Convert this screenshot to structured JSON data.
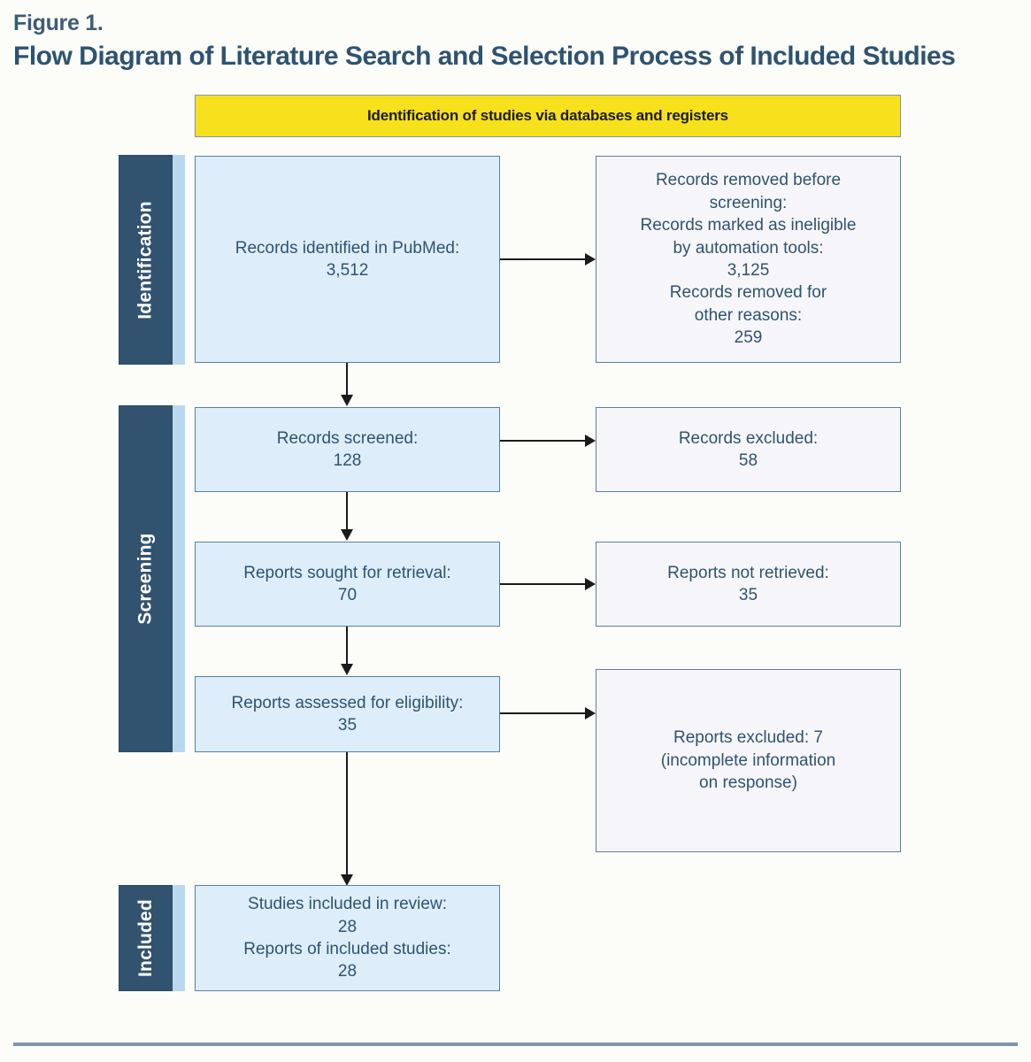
{
  "figure": {
    "label": "Figure 1.",
    "title": "Flow Diagram of Literature Search and Selection Process of Included Studies"
  },
  "colors": {
    "banner_yellow": "#f7e01c",
    "sidebar_dark": "#31536f",
    "sidebar_strip": "#b9d7ee",
    "box_primary_fill": "#ddeefa",
    "box_secondary_fill": "#f6f6fa",
    "box_border": "#5b7f9e",
    "text_blue": "#2e5370",
    "page_background": "#fcfdf8",
    "rule": "#7f94a8"
  },
  "banner": {
    "text": "Identification of studies via databases and registers"
  },
  "stages": [
    {
      "key": "identification",
      "label": "Identification"
    },
    {
      "key": "screening",
      "label": "Screening"
    },
    {
      "key": "included",
      "label": "Included"
    }
  ],
  "boxes": {
    "records_identified": {
      "text": "Records identified in PubMed:\n3,512"
    },
    "records_removed": {
      "text": "Records removed before\nscreening:\nRecords marked as ineligible\nby automation tools:\n3,125\nRecords removed for\nother reasons:\n259"
    },
    "records_screened": {
      "text": "Records screened:\n128"
    },
    "records_excluded": {
      "text": "Records excluded:\n58"
    },
    "reports_sought": {
      "text": "Reports sought for retrieval:\n70"
    },
    "reports_not_retrieved": {
      "text": "Reports not retrieved:\n35"
    },
    "reports_assessed": {
      "text": "Reports assessed for eligibility:\n35"
    },
    "reports_excluded": {
      "text": "Reports excluded: 7\n(incomplete information\non response)"
    },
    "studies_included": {
      "text": "Studies included in review:\n28\nReports of included studies:\n28"
    }
  },
  "chart_data": {
    "type": "diagram",
    "title": "Flow Diagram of Literature Search and Selection Process of Included Studies",
    "diagram_kind": "PRISMA flow diagram",
    "nodes": [
      {
        "id": "records_identified",
        "stage": "Identification",
        "label": "Records identified in PubMed",
        "value": 3512
      },
      {
        "id": "records_removed_ineligible",
        "stage": "Identification",
        "label": "Records marked as ineligible by automation tools",
        "value": 3125
      },
      {
        "id": "records_removed_other",
        "stage": "Identification",
        "label": "Records removed for other reasons",
        "value": 259
      },
      {
        "id": "records_screened",
        "stage": "Screening",
        "label": "Records screened",
        "value": 128
      },
      {
        "id": "records_excluded",
        "stage": "Screening",
        "label": "Records excluded",
        "value": 58
      },
      {
        "id": "reports_sought",
        "stage": "Screening",
        "label": "Reports sought for retrieval",
        "value": 70
      },
      {
        "id": "reports_not_retrieved",
        "stage": "Screening",
        "label": "Reports not retrieved",
        "value": 35
      },
      {
        "id": "reports_assessed",
        "stage": "Screening",
        "label": "Reports assessed for eligibility",
        "value": 35
      },
      {
        "id": "reports_excluded",
        "stage": "Screening",
        "label": "Reports excluded (incomplete information on response)",
        "value": 7
      },
      {
        "id": "studies_included",
        "stage": "Included",
        "label": "Studies included in review",
        "value": 28
      },
      {
        "id": "reports_included",
        "stage": "Included",
        "label": "Reports of included studies",
        "value": 28
      }
    ],
    "edges": [
      {
        "from": "records_identified",
        "to": "records_removed_ineligible",
        "direction": "right"
      },
      {
        "from": "records_identified",
        "to": "records_screened",
        "direction": "down"
      },
      {
        "from": "records_screened",
        "to": "records_excluded",
        "direction": "right"
      },
      {
        "from": "records_screened",
        "to": "reports_sought",
        "direction": "down"
      },
      {
        "from": "reports_sought",
        "to": "reports_not_retrieved",
        "direction": "right"
      },
      {
        "from": "reports_sought",
        "to": "reports_assessed",
        "direction": "down"
      },
      {
        "from": "reports_assessed",
        "to": "reports_excluded",
        "direction": "right"
      },
      {
        "from": "reports_assessed",
        "to": "studies_included",
        "direction": "down"
      }
    ]
  }
}
